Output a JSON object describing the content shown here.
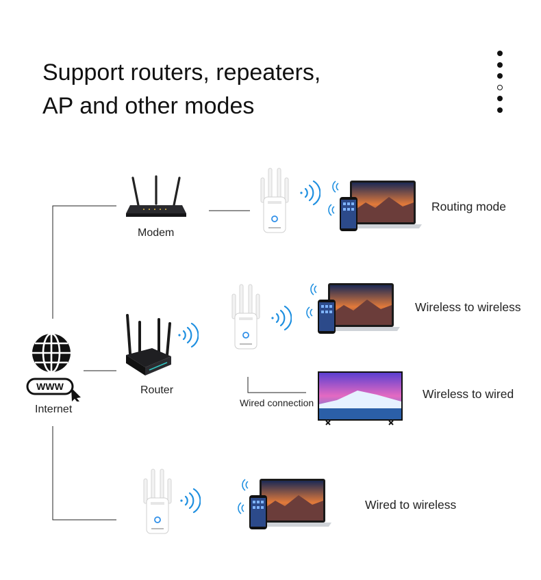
{
  "title": {
    "line1": "Support routers, repeaters,",
    "line2": "AP and other modes"
  },
  "pager": {
    "total": 6,
    "active_index": 3
  },
  "source": {
    "icon": "globe-www-icon",
    "label": "Internet"
  },
  "modem": {
    "icon": "modem-icon",
    "label": "Modem"
  },
  "router": {
    "icon": "router-icon",
    "label": "Router"
  },
  "wired_connection_label": "Wired connection",
  "modes": {
    "routing": "Routing mode",
    "wireless_to_wireless": "Wireless to wireless",
    "wireless_to_wired": "Wireless to wired",
    "wired_to_wireless": "Wired to wireless"
  },
  "colors": {
    "wifi_waves": "#1e8fe0",
    "lines": "#222222",
    "repeater_led": "#2f8fe8"
  }
}
